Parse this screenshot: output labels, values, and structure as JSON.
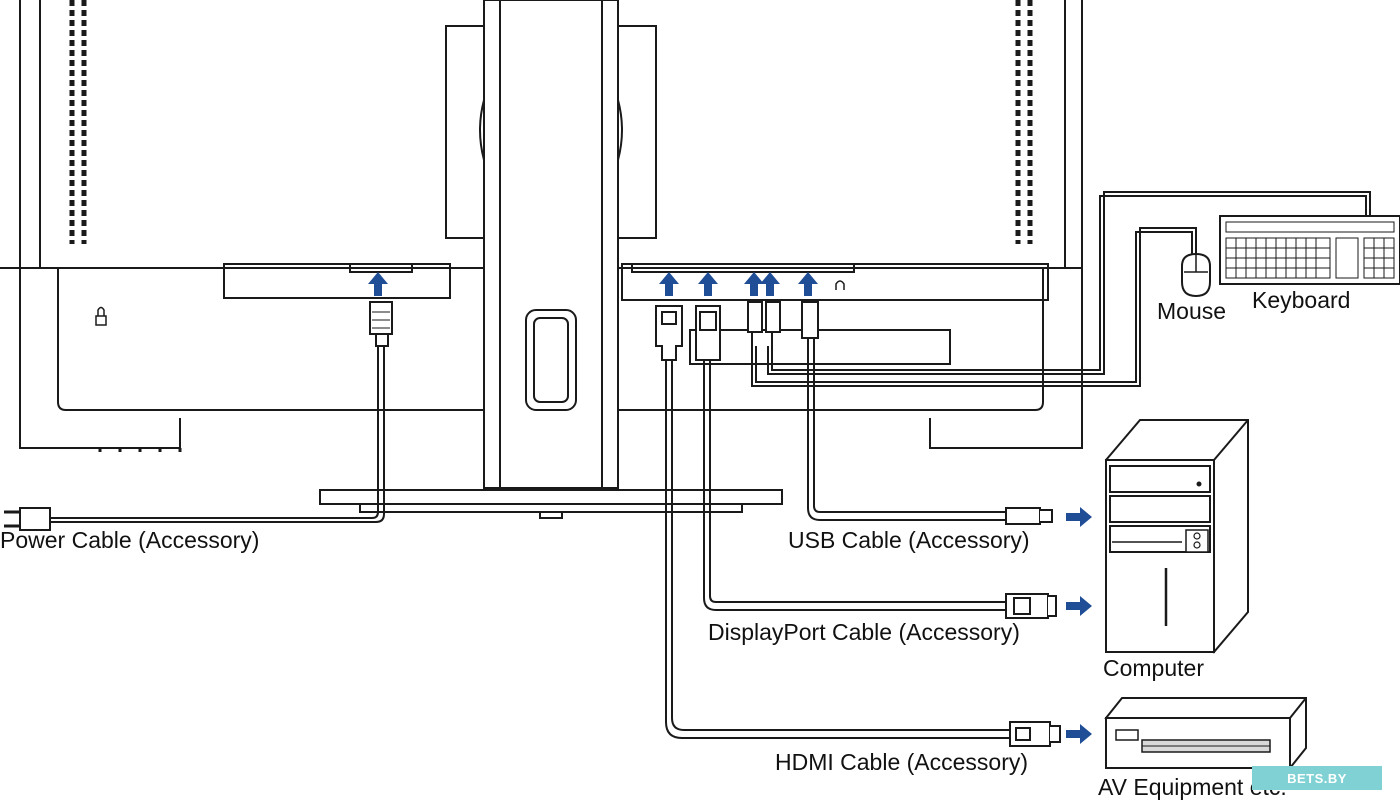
{
  "diagram": {
    "labels": {
      "power": "Power Cable (Accessory)",
      "usb": "USB Cable (Accessory)",
      "displayport": "DisplayPort Cable (Accessory)",
      "hdmi": "HDMI Cable (Accessory)",
      "mouse": "Mouse",
      "keyboard": "Keyboard",
      "computer": "Computer",
      "av": "AV Equipment etc."
    },
    "watermark": "BETS.BY",
    "colors": {
      "line": "#1a1a1a",
      "arrow": "#1f4e96",
      "fill": "#ffffff",
      "watermark": "#7fd1d4"
    }
  }
}
